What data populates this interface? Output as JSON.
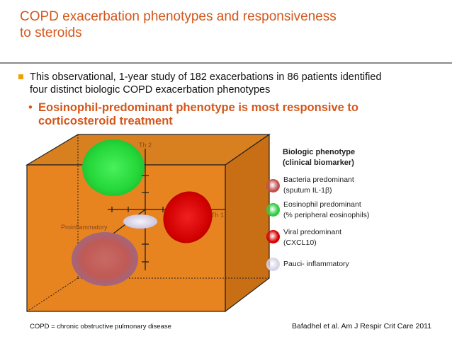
{
  "title": {
    "line1": "COPD exacerbation  phenotypes  and responsiveness",
    "line2": "to steroids"
  },
  "bullet1": {
    "line1": "This observational, 1-year study of 182 exacerbations in 86 patients identified",
    "line2": "four distinct biologic COPD exacerbation phenotypes"
  },
  "bullet2": {
    "marker": "•",
    "line1": "Eosinophil-predominant phenotype is most responsive to",
    "line2": "corticosteroid treatment"
  },
  "figure": {
    "axis_top": "Th 2",
    "axis_right": "Th 1",
    "axis_left": "Proinflammatory"
  },
  "legend": {
    "title_line1": "Biologic phenotype",
    "title_line2": "(clinical biomarker)",
    "items": [
      {
        "line1": "Bacteria predominant",
        "line2": "(sputum IL-1β)",
        "color": "#c0504d"
      },
      {
        "line1": "Eosinophil predominant",
        "line2": "(% peripheral eosinophils)",
        "color": "#2ecc40"
      },
      {
        "line1": "Viral predominant",
        "line2": "(CXCL10)",
        "color": "#d90000"
      },
      {
        "line1": "Pauci- inflammatory",
        "line2": "",
        "color": "#d8d4e6"
      }
    ]
  },
  "footnote": "COPD = chronic obstructive pulmonary disease",
  "reference": "Bafadhel et al. Am J Respir Crit Care 2011"
}
